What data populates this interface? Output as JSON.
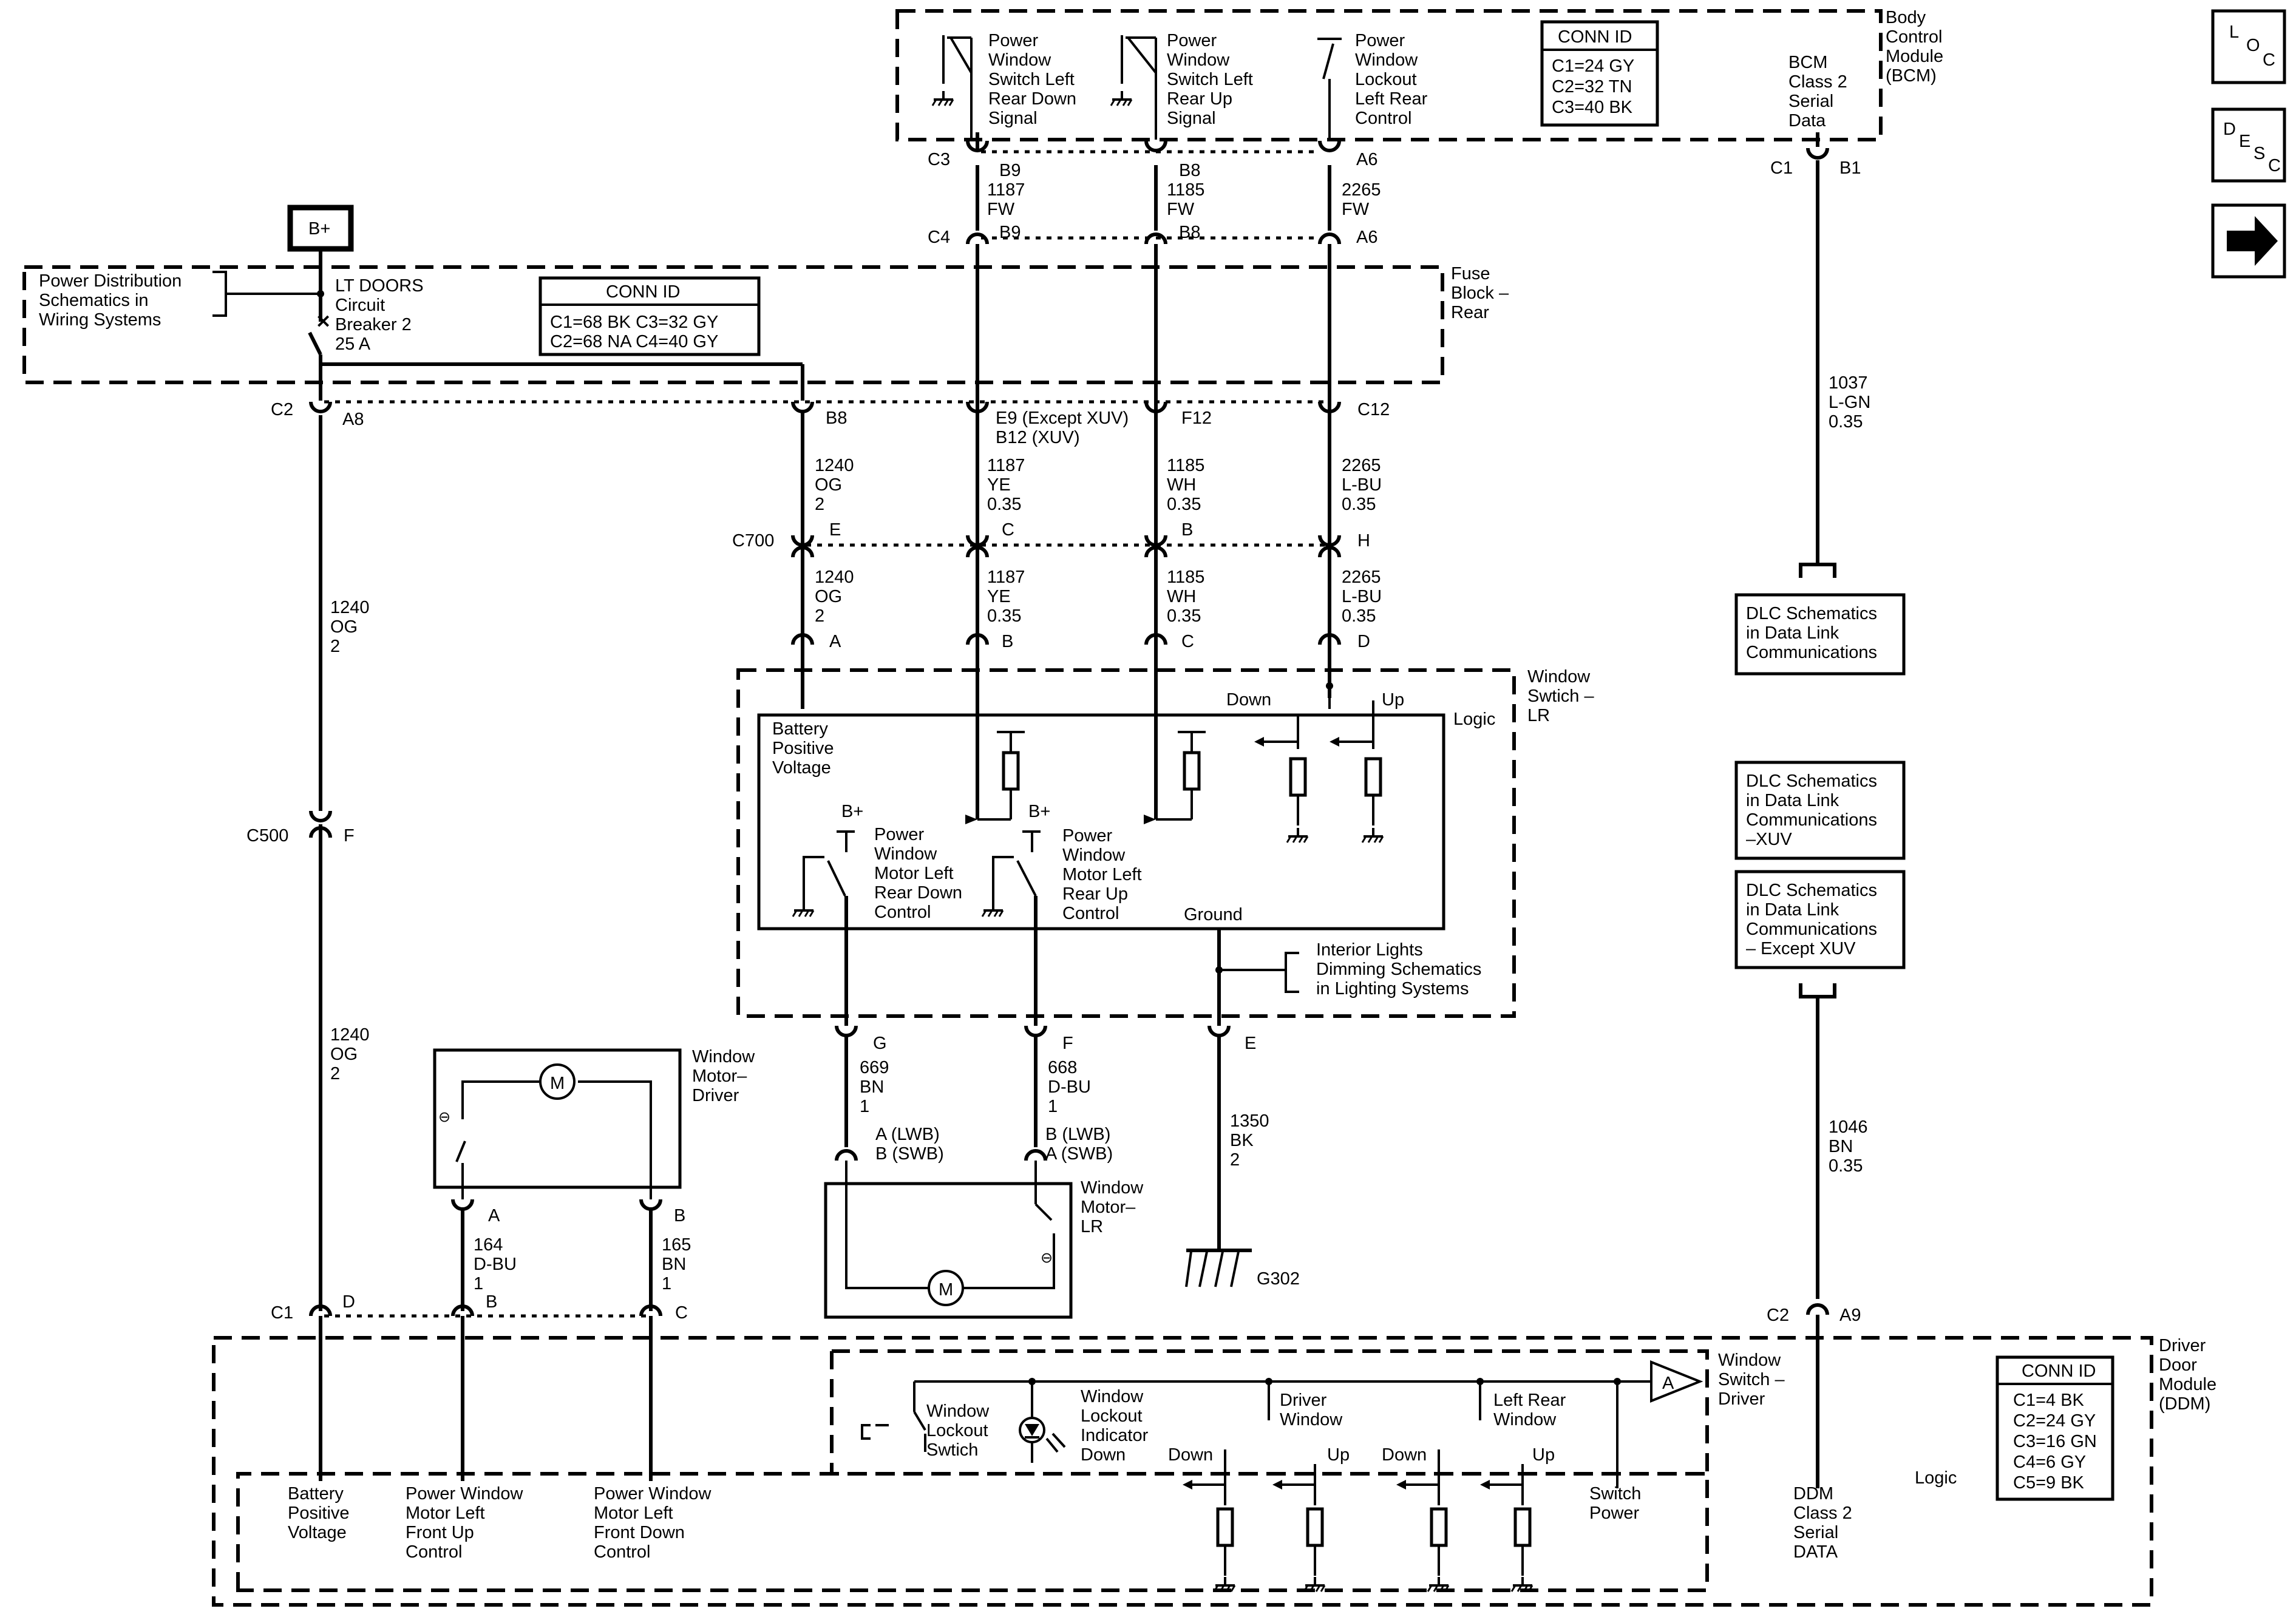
{
  "modules": {
    "bcm": {
      "name": [
        "Body",
        "Control",
        "Module",
        "(BCM)"
      ]
    },
    "fuse_block": {
      "name": [
        "Fuse",
        "Block –",
        "Rear"
      ]
    },
    "window_switch_lr": {
      "name": [
        "Window",
        "Swtich –",
        "LR"
      ],
      "logic": "Logic"
    },
    "ddm": {
      "name": [
        "Driver",
        "Door",
        "Module",
        "(DDM)"
      ],
      "logic": "Logic"
    },
    "window_switch_driver": {
      "name": [
        "Window",
        "Switch –",
        "Driver"
      ]
    },
    "motor_driver": {
      "name": [
        "Window",
        "Motor–",
        "Driver"
      ]
    },
    "motor_lr": {
      "name": [
        "Window",
        "Motor–",
        "LR"
      ]
    }
  },
  "bcm_labels": {
    "sig1": [
      "Power",
      "Window",
      "Switch Left",
      "Rear Down",
      "Signal"
    ],
    "sig2": [
      "Power",
      "Window",
      "Switch Left",
      "Rear Up",
      "Signal"
    ],
    "sig3": [
      "Power",
      "Window",
      "Lockout",
      "Left Rear",
      "Control"
    ],
    "serial": [
      "BCM",
      "Class 2",
      "Serial",
      "Data"
    ]
  },
  "conn_ids": {
    "bcm": {
      "title": "CONN ID",
      "lines": [
        "C1=24 GY",
        "C2=32 TN",
        "C3=40 BK"
      ]
    },
    "fuse": {
      "title": "CONN ID",
      "lines": [
        "C1=68 BK  C3=32 GY",
        "C2=68 NA  C4=40 GY"
      ]
    },
    "ddm": {
      "title": "CONN ID",
      "lines": [
        "C1=4 BK",
        "C2=24 GY",
        "C3=16 GN",
        "C4=6 GY",
        "C5=9 BK"
      ]
    }
  },
  "side_icons": {
    "loc": "LOC",
    "desc": "DESC",
    "arrow": "➡"
  },
  "power": {
    "bplus": "B+",
    "power_dist": [
      "Power Distribution",
      "Schematics in",
      "Wiring Systems"
    ],
    "breaker": [
      "LT DOORS",
      "Circuit",
      "Breaker 2",
      "25 A"
    ]
  },
  "connectors": {
    "c3": "C3",
    "c4": "C4",
    "c2": "C2",
    "c700": "C700",
    "c500": "C500",
    "c1": "C1",
    "bcm_c1": "C1",
    "ddm_c2": "C2",
    "b9_top": "B9",
    "b8_top": "B8",
    "a6_top": "A6",
    "b9_bot": "B9",
    "b8_bot": "B8",
    "a6_bot": "A6",
    "a8": "A8",
    "b8": "B8",
    "e9": "E9 (Except XUV)",
    "b12": "B12 (XUV)",
    "f12": "F12",
    "c12": "C12",
    "c700_e": "E",
    "c700_c": "C",
    "c700_b": "B",
    "c700_h": "H",
    "lr_a": "A",
    "lr_b": "B",
    "lr_c": "C",
    "lr_d": "D",
    "lr_g": "G",
    "lr_f": "F",
    "lr_e": "E",
    "c500_f": "F",
    "md_a": "A",
    "md_b": "B",
    "c1_d": "D",
    "c1_b": "B",
    "c1_c": "C",
    "bcm_b1": "B1",
    "ddm_a9": "A9",
    "mlr_1": [
      "A (LWB)",
      "B (SWB)"
    ],
    "mlr_2": [
      "B (LWB)",
      "A (SWB)"
    ]
  },
  "wires": {
    "w1187_fw": [
      "1187",
      "FW"
    ],
    "w1185_fw": [
      "1185",
      "FW"
    ],
    "w2265_fw": [
      "2265",
      "FW"
    ],
    "w1240_a": [
      "1240",
      "OG",
      "2"
    ],
    "w1187_a": [
      "1187",
      "YE",
      "0.35"
    ],
    "w1185_a": [
      "1185",
      "WH",
      "0.35"
    ],
    "w2265_a": [
      "2265",
      "L-BU",
      "0.35"
    ],
    "w1240_b": [
      "1240",
      "OG",
      "2"
    ],
    "w1187_b": [
      "1187",
      "YE",
      "0.35"
    ],
    "w1185_b": [
      "1185",
      "WH",
      "0.35"
    ],
    "w2265_b": [
      "2265",
      "L-BU",
      "0.35"
    ],
    "w1240_c": [
      "1240",
      "OG",
      "2"
    ],
    "w1240_d": [
      "1240",
      "OG",
      "2"
    ],
    "w669": [
      "669",
      "BN",
      "1"
    ],
    "w668": [
      "668",
      "D-BU",
      "1"
    ],
    "w1350": [
      "1350",
      "BK",
      "2"
    ],
    "w164": [
      "164",
      "D-BU",
      "1"
    ],
    "w165": [
      "165",
      "BN",
      "1"
    ],
    "w1037": [
      "1037",
      "L-GN",
      "0.35"
    ],
    "w1046": [
      "1046",
      "BN",
      "0.35"
    ]
  },
  "lr_switch": {
    "batt": [
      "Battery",
      "Positive",
      "Voltage"
    ],
    "down": "Down",
    "up": "Up",
    "bplus1": "B+",
    "bplus2": "B+",
    "m1": [
      "Power",
      "Window",
      "Motor Left",
      "Rear Down",
      "Control"
    ],
    "m2": [
      "Power",
      "Window",
      "Motor Left",
      "Rear Up",
      "Control"
    ],
    "ground": "Ground",
    "interior": [
      "Interior Lights",
      "Dimming Schematics",
      "in Lighting Systems"
    ]
  },
  "dlc": {
    "top": [
      "DLC Schematics",
      "in Data Link",
      "Communications"
    ],
    "xuv": [
      "DLC Schematics",
      "in Data Link",
      "Communications",
      "–XUV"
    ],
    "except": [
      "DLC Schematics",
      "in Data Link",
      "Communications",
      "– Except XUV"
    ]
  },
  "ground_g302": "G302",
  "ddm_labels": {
    "batt": [
      "Battery",
      "Positive",
      "Voltage"
    ],
    "pw_up": [
      "Power Window",
      "Motor Left",
      "Front Up",
      "Control"
    ],
    "pw_down": [
      "Power Window",
      "Motor Left",
      "Front Down",
      "Control"
    ],
    "lockout": [
      "Window",
      "Lockout",
      "Swtich"
    ],
    "indicator": [
      "Window",
      "Lockout",
      "Indicator",
      "Down"
    ],
    "driver_window": [
      "Driver",
      "Window"
    ],
    "left_rear": [
      "Left Rear",
      "Window"
    ],
    "down1": "Down",
    "up1": "Up",
    "down2": "Down",
    "up2": "Up",
    "switch_power": [
      "Switch",
      "Power"
    ],
    "serial": [
      "DDM",
      "Class 2",
      "Serial",
      "DATA"
    ],
    "amp": "A"
  },
  "motor_symbol": "M"
}
